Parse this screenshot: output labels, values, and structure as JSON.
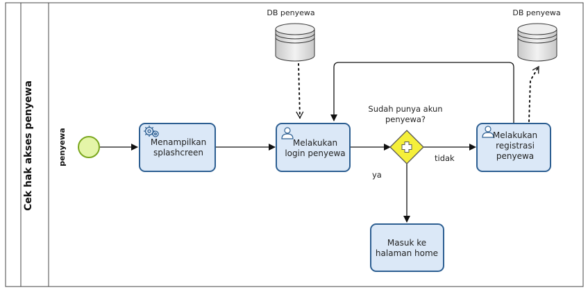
{
  "pool": {
    "label": "Cek hak akses penyewa"
  },
  "lane": {
    "label": "penyewa"
  },
  "tasks": {
    "splash": {
      "lines": [
        "Menampilkan",
        "splashcreen"
      ],
      "icon": "gear-icon"
    },
    "login": {
      "lines": [
        "Melakukan",
        "login penyewa"
      ],
      "icon": "user-icon"
    },
    "registrasi": {
      "lines": [
        "Melakukan",
        "registrasi",
        "penyewa"
      ],
      "icon": "user-icon"
    },
    "home": {
      "lines": [
        "Masuk ke",
        "halaman home"
      ]
    }
  },
  "gateway": {
    "question_lines": [
      "Sudah punya akun",
      "penyewa?"
    ]
  },
  "flow_labels": {
    "no": "tidak",
    "yes": "ya"
  },
  "data_stores": {
    "db1": {
      "label": "DB penyewa"
    },
    "db2": {
      "label": "DB penyewa"
    }
  },
  "colors": {
    "task_fill": "#dbe8f7",
    "task_stroke": "#2c5e91",
    "gateway_fill": "#f5ef3a",
    "start_fill": "#e4f5a8",
    "start_stroke": "#7aa71e"
  }
}
